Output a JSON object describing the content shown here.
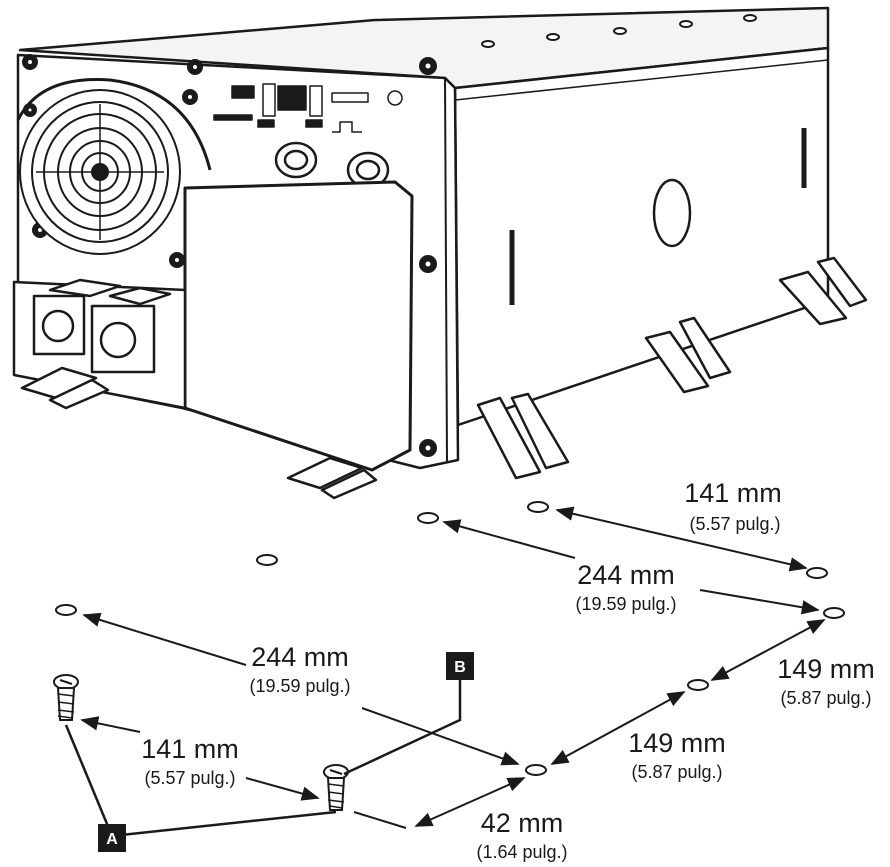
{
  "dimensions": {
    "top_right_short": {
      "mm": "141 mm",
      "in": "(5.57 pulg.)"
    },
    "right_long": {
      "mm": "244 mm",
      "in": "(19.59 pulg.)"
    },
    "right_side_149": {
      "mm": "149 mm",
      "in": "(5.87 pulg.)"
    },
    "left_long": {
      "mm": "244 mm",
      "in": "(19.59 pulg.)"
    },
    "bottom_149": {
      "mm": "149 mm",
      "in": "(5.87 pulg.)"
    },
    "left_short": {
      "mm": "141 mm",
      "in": "(5.57 pulg.)"
    },
    "bottom_42": {
      "mm": "42 mm",
      "in": "(1.64 pulg.)"
    }
  },
  "callouts": {
    "a": "A",
    "b": "B"
  },
  "colors": {
    "ink": "#1a1a1a",
    "paper": "#ffffff",
    "shade": "#e6e6e6"
  },
  "icons": {
    "screw": "mounting-screw-icon",
    "fan": "fan-icon"
  }
}
